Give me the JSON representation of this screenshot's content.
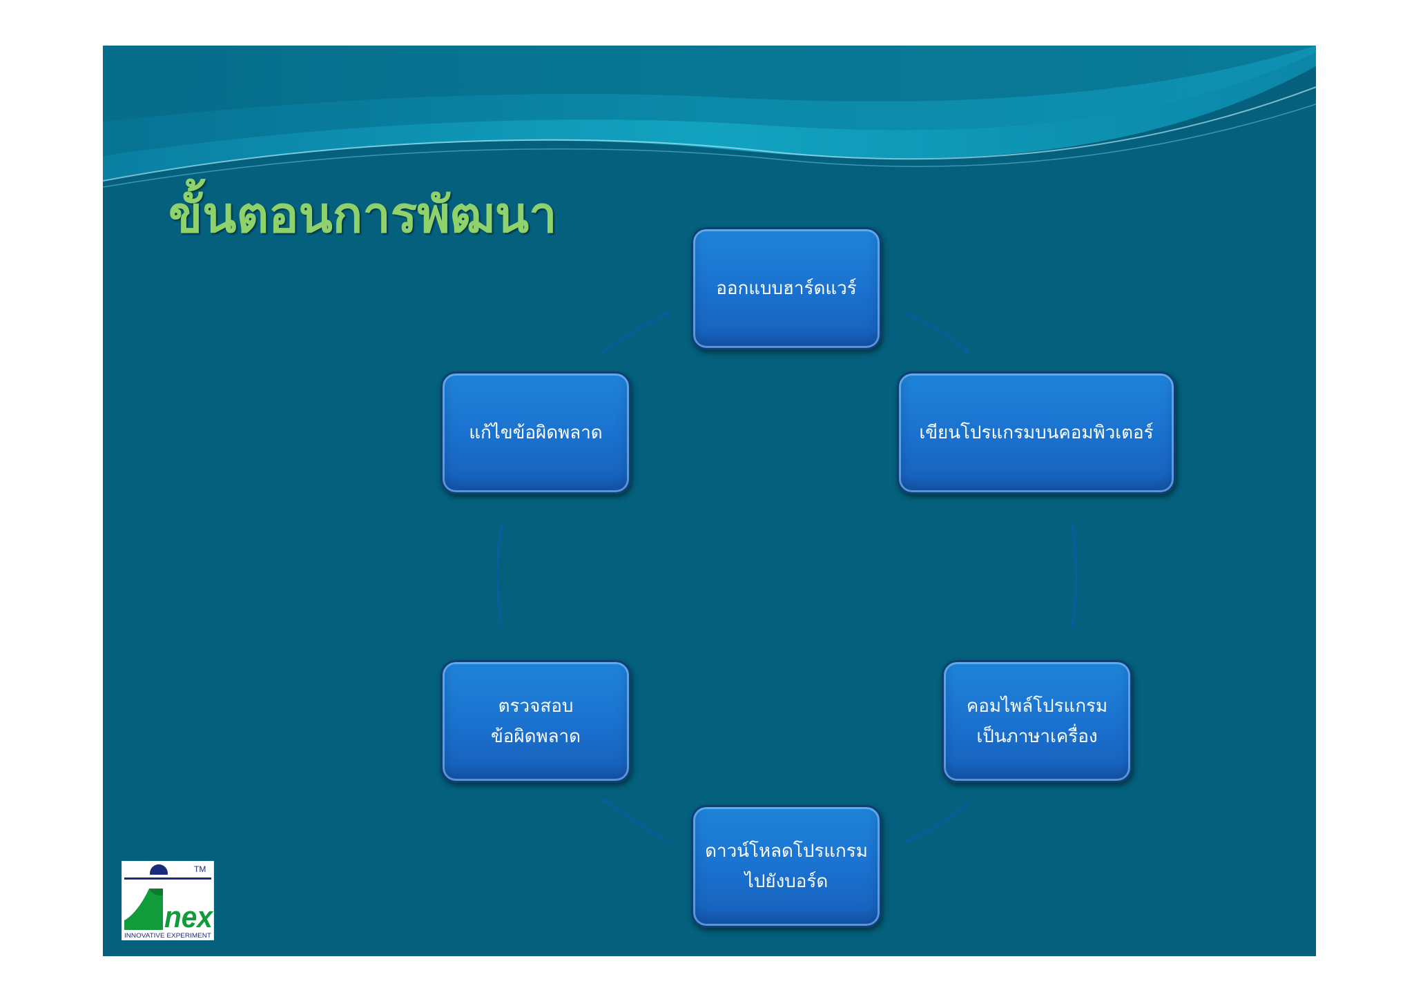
{
  "slide": {
    "title": "ขั้นตอนการพัฒนา",
    "background_color": "#04607d",
    "title_color": "#8fd16a",
    "node_color": "#1a72d0",
    "arrow_color": "#0b5aa4"
  },
  "cycle": {
    "steps": [
      {
        "label": "ออกแบบฮาร์ดแวร์"
      },
      {
        "label": "เขียนโปรแกรมบนคอมพิวเตอร์"
      },
      {
        "label": "คอมไพล์โปรแกรม\nเป็นภาษาเครื่อง"
      },
      {
        "label": "ดาวน์โหลดโปรแกรม\nไปยังบอร์ด"
      },
      {
        "label": "ตรวจสอบ\nข้อผิดพลาด"
      },
      {
        "label": "แก้ไขข้อผิดพลาด"
      }
    ]
  },
  "logo": {
    "wordmark": "nex",
    "tagline": "INNOVATIVE EXPERIMENT",
    "trademark": "TM",
    "green": "#129b3a",
    "navy": "#1c2a7a"
  }
}
